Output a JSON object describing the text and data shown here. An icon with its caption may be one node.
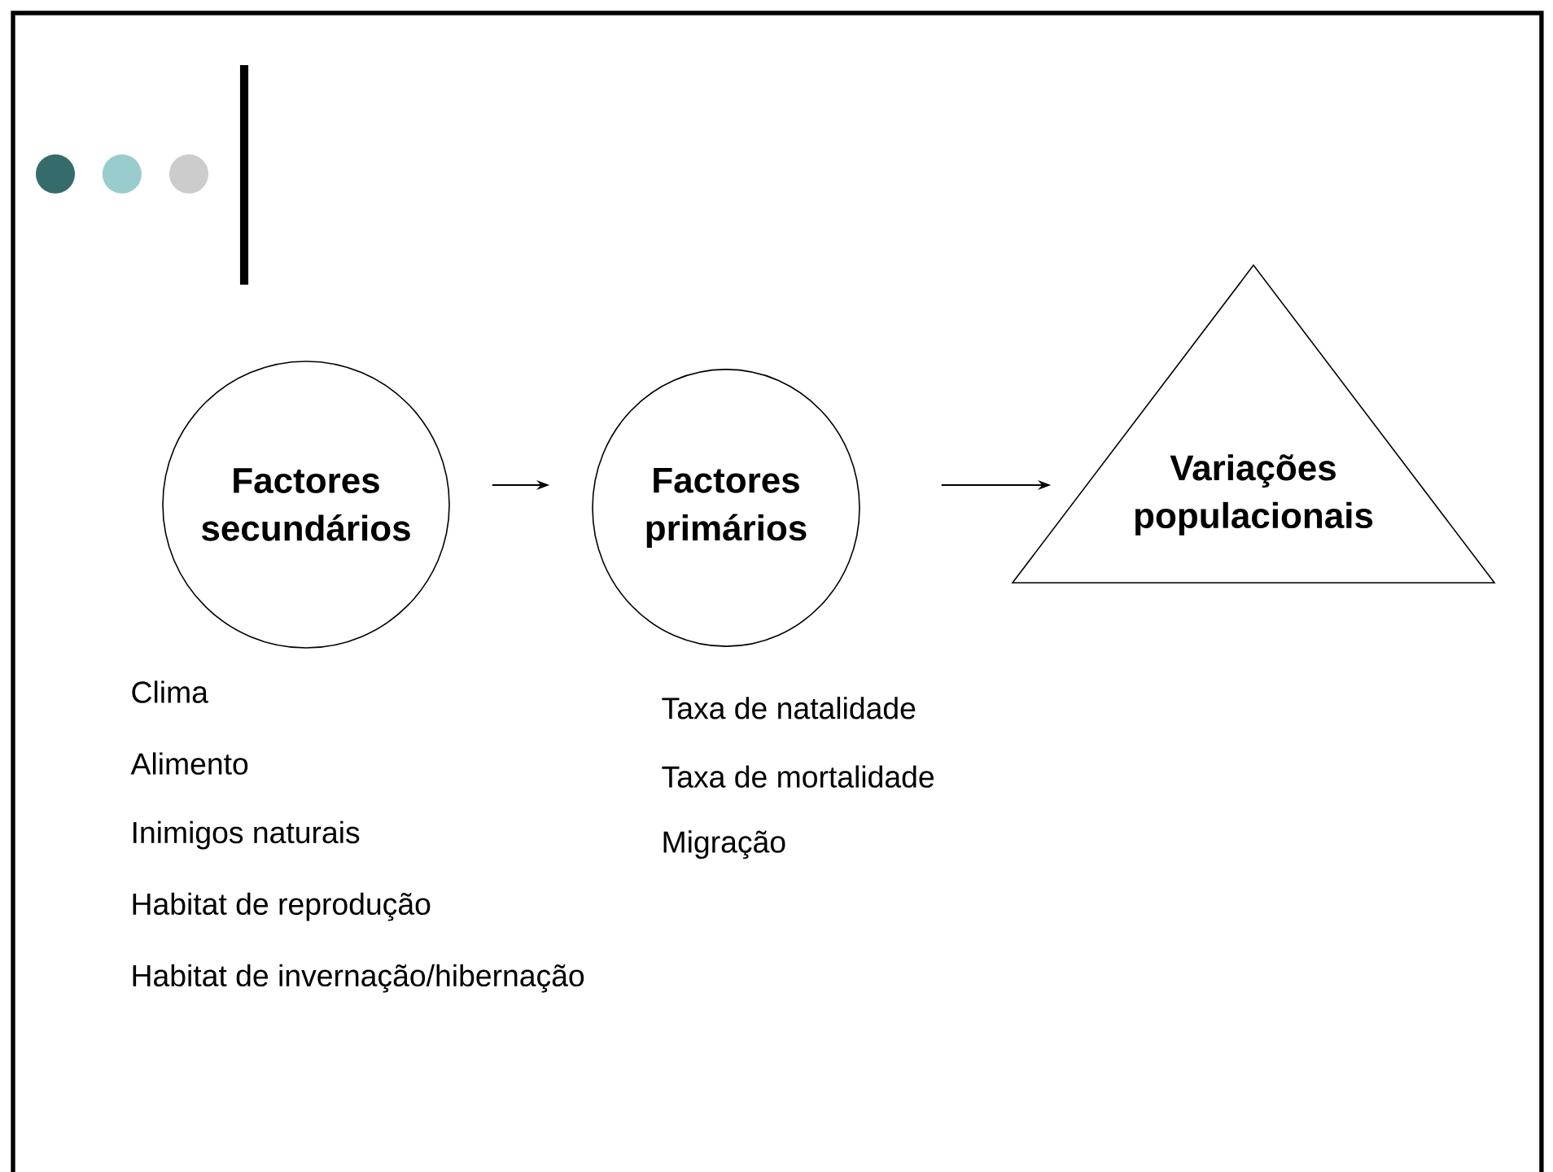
{
  "diagram": {
    "nodes": [
      {
        "text": [
          "Factores secundários"
        ],
        "beside": [
          "Clima",
          "Alimento",
          "Inimigos naturais",
          "Habitat de reprodução",
          "Habitat de invernação/hibernação"
        ]
      },
      {
        "text": [
          "Factores primários"
        ],
        "beside": [
          "Taxa de natalidade",
          "Taxa de mortalidade",
          "Migração"
        ]
      },
      {
        "text": [
          "Variações populacionais"
        ]
      }
    ],
    "edges": [
      {
        "from": 0,
        "to": 1,
        "arrow": "to"
      },
      {
        "from": 1,
        "to": 2,
        "arrow": "to"
      }
    ]
  }
}
